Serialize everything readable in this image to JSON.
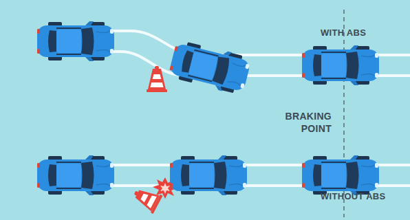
{
  "diagram": {
    "labels": [
      "WITH ABS",
      "BRAKING POINT",
      "WITHOUT ABS"
    ]
  }
}
